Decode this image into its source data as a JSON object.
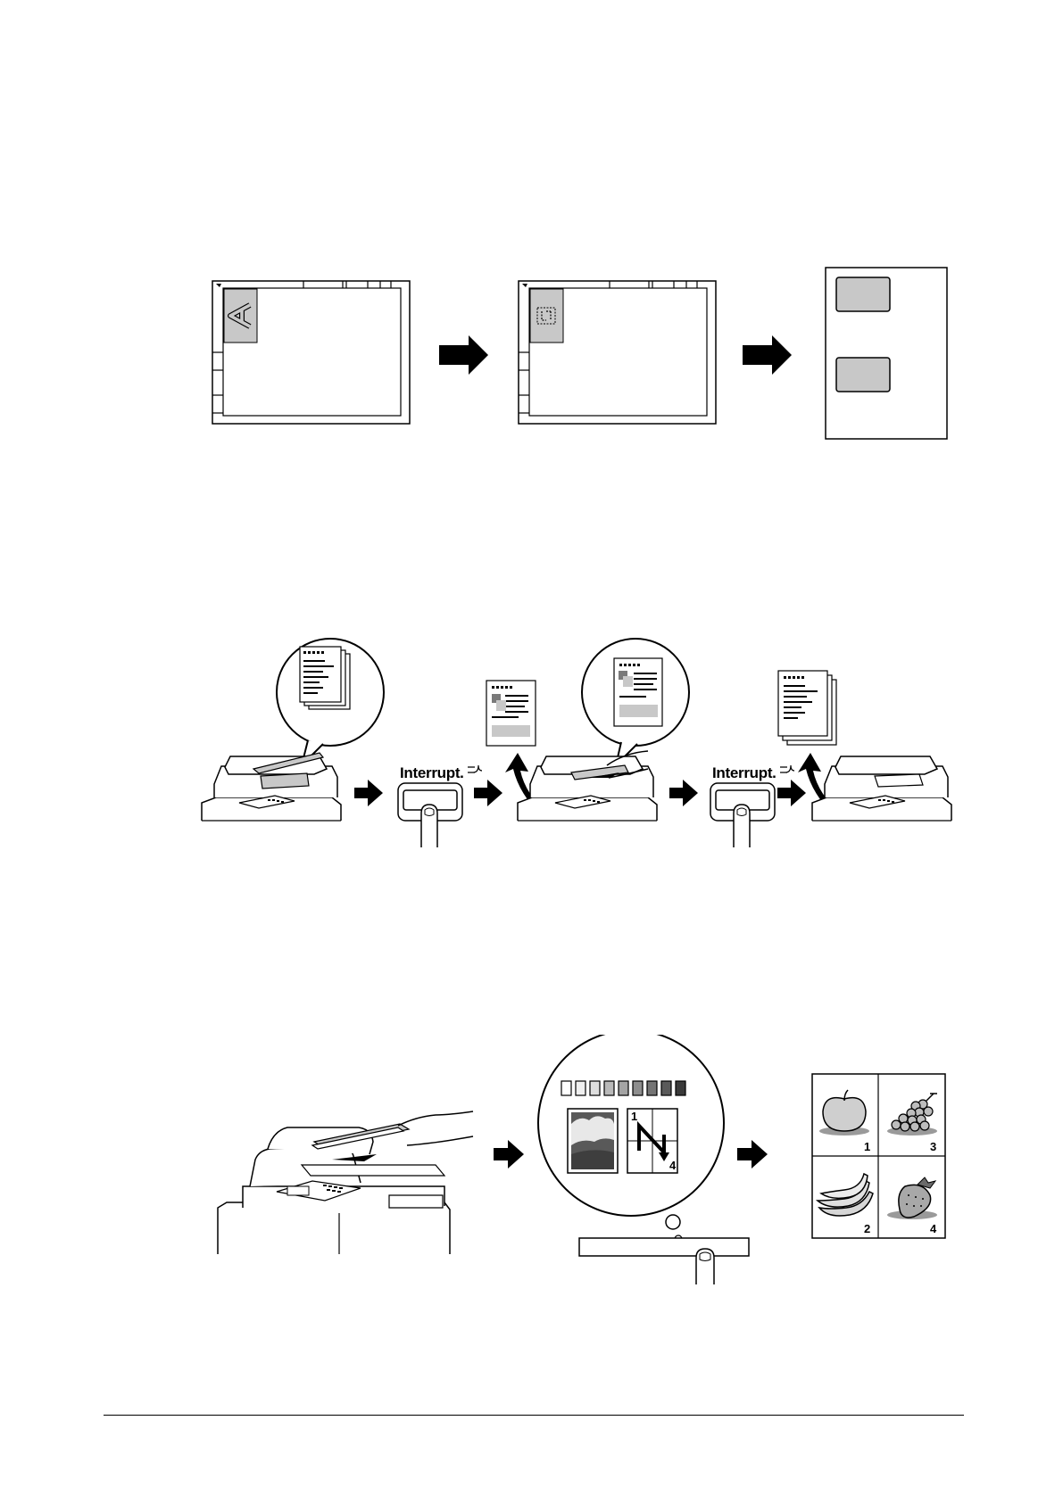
{
  "section1": {
    "name": "Image Repeat illustration",
    "steps": 3
  },
  "section2": {
    "name": "Interrupt copy illustration",
    "button_label_1": "Interrupt.",
    "button_label_2": "Interrupt."
  },
  "section3": {
    "name": "Combine (4in1) illustration",
    "layout_numbers": {
      "top": "1",
      "bottom": "4"
    },
    "result_panels": [
      {
        "fruit": "apple",
        "number": "1"
      },
      {
        "fruit": "grapes",
        "number": "3"
      },
      {
        "fruit": "bananas",
        "number": "2"
      },
      {
        "fruit": "strawberry",
        "number": "4"
      }
    ]
  },
  "colors": {
    "ink": "#000000",
    "shade": "#c8c8c8",
    "dark_shade": "#7a7a7a"
  }
}
